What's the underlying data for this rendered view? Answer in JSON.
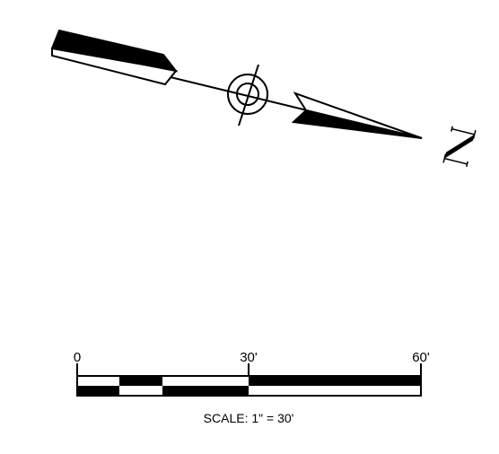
{
  "north_arrow": {
    "letter": "N",
    "colors": {
      "ink": "#000000",
      "paper": "#ffffff"
    },
    "icon": "north-arrow-icon"
  },
  "scale_bar": {
    "labels": [
      "0",
      "30'",
      "60'"
    ],
    "caption": "SCALE: 1\" = 30'",
    "colors": {
      "ink": "#000000",
      "paper": "#ffffff"
    }
  }
}
